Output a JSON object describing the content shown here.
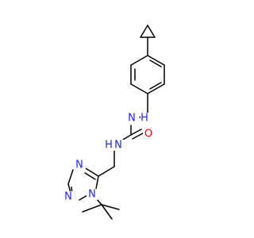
{
  "molecule": {
    "atoms": {
      "n_urea_top": {
        "symbol": "N",
        "hydrogen": "H",
        "color": "#2222ff"
      },
      "n_urea_bottom": {
        "symbol": "N",
        "hydrogen": "H",
        "color": "#2222ff"
      },
      "o_carbonyl": {
        "symbol": "O",
        "color": "#ff0000"
      },
      "n_triazole_upper": {
        "symbol": "N",
        "color": "#2222ff"
      },
      "n_triazole_left": {
        "symbol": "N",
        "color": "#2222ff"
      },
      "n_triazole_lower": {
        "symbol": "N",
        "color": "#2222ff"
      }
    },
    "bond_color": "#000000"
  }
}
